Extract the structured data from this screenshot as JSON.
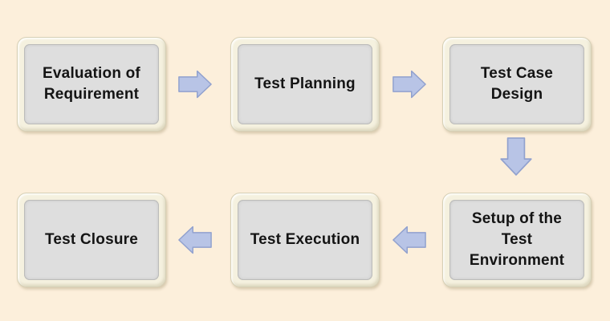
{
  "diagram": {
    "type": "flowchart",
    "background_color": "#FCEFDB",
    "node_fill": "#DEDEDE",
    "node_frame_color": "#F5F1DF",
    "arrow_fill": "#B8C4E6",
    "arrow_border_color": "#91A1CE",
    "text_color": "#141414",
    "nodes": [
      {
        "id": "evaluation-of-requirement",
        "label": "Evaluation of\nRequirement"
      },
      {
        "id": "test-planning",
        "label": "Test Planning"
      },
      {
        "id": "test-case-design",
        "label": "Test Case\nDesign"
      },
      {
        "id": "setup-of-the-test-environment",
        "label": "Setup of the\nTest\nEnvironment"
      },
      {
        "id": "test-execution",
        "label": "Test Execution"
      },
      {
        "id": "test-closure",
        "label": "Test Closure"
      }
    ],
    "edges": [
      {
        "from": "evaluation-of-requirement",
        "to": "test-planning",
        "direction": "right"
      },
      {
        "from": "test-planning",
        "to": "test-case-design",
        "direction": "right"
      },
      {
        "from": "test-case-design",
        "to": "setup-of-the-test-environment",
        "direction": "down"
      },
      {
        "from": "setup-of-the-test-environment",
        "to": "test-execution",
        "direction": "left"
      },
      {
        "from": "test-execution",
        "to": "test-closure",
        "direction": "left"
      }
    ]
  }
}
